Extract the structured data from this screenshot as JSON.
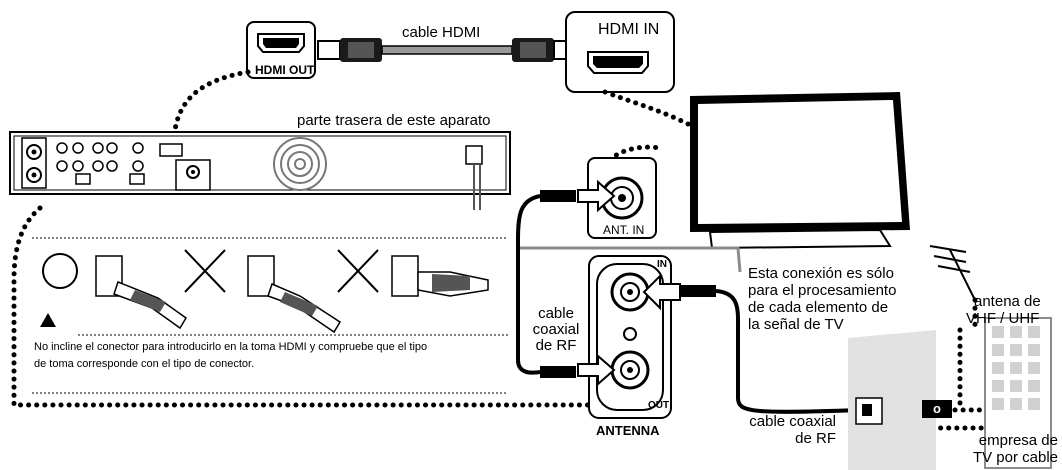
{
  "labels": {
    "hdmi_out": "HDMI OUT",
    "hdmi_in": "HDMI IN",
    "cable_hdmi": "cable HDMI",
    "rear_panel": "parte trasera de este aparato",
    "ant_in": "ANT. IN",
    "antenna_block": "ANTENNA",
    "antenna_in": "IN",
    "antenna_out": "OUT",
    "rf_cable_left_1": "cable",
    "rf_cable_left_2": "coaxial",
    "rf_cable_left_3": "de RF",
    "note_1": "Esta conexión es sólo",
    "note_2": "para el procesamiento",
    "note_3": "de cada elemento de",
    "note_4": "la señal de TV",
    "vhf_1": "antena de",
    "vhf_2": "VHF / UHF",
    "rf_cable_bottom_1": "cable coaxial",
    "rf_cable_bottom_2": "de RF",
    "cable_co_1": "empresa de",
    "cable_co_2": "TV por cable",
    "or_badge": "o",
    "warning_1": "No incline el conector para introducirlo en la toma HDMI y compruebe que el tipo",
    "warning_2": "de toma corresponde con el tipo de conector."
  },
  "icons": {
    "correct": "circle-icon",
    "wrong": "cross-icon",
    "warning": "warning-triangle-icon"
  },
  "colors": {
    "line": "#000000",
    "gray": "#8c8c8c",
    "wall": "#e2e2e2"
  }
}
